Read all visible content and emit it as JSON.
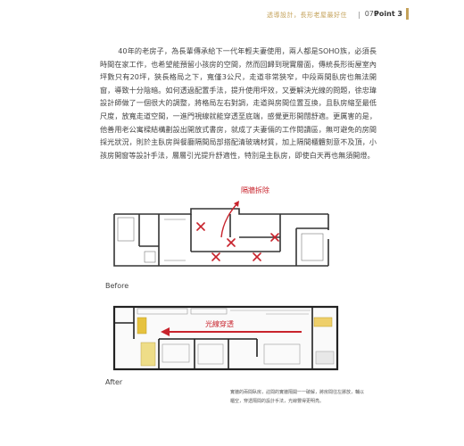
{
  "header": {
    "section": "透導設計，長形老屋最好住",
    "page_number": "079",
    "chapter": "Point 3"
  },
  "body": {
    "paragraph": "40年的老房子，為長輩傳承給下一代年輕夫妻使用，兩人都是SOHO族，必須長時間在家工作，也希望能預留小孩房的空間，然而回歸到現實層面，傳統長形街屋室內坪數只有20坪，狹長格局之下，寬僅3公尺，走道非常狹窄，中段兩間臥房也無法開窗，導致十分陰暗。如何透過配置手法，提升使用坪效，又要解決光線的問題，徐忠瑋設計師做了一個很大的調整，將格局左右對調，走道與房間位置互換，且臥房縮至最低尺度，放寬走道空間，一進門視線就能穿透至底端，感覺更形開闊舒適。更厲害的是，他善用老公寓樑結構劃設出開放式書房，就成了夫妻倆的工作閱讀區，無可避免的房間採光狀況，則於主臥房與餐廳隔間局部搭配清玻璃材質，加上隔間櫃體刻意不及頂，小孩房開窗等設計手法，層層引光提升舒適性，特別是主臥房，即使白天再也無須開燈。"
  },
  "plans": {
    "before_label": "Before",
    "after_label": "After",
    "before_annotation": "隔牆拆除",
    "after_annotation": "光線穿透",
    "accent_color": "#c8232c",
    "wall_color": "#333333"
  },
  "caption": {
    "text": "實牆的兩間臥房，註間的實牆隔開一一破解，將房間往左挪放，輔以櫃空，穿透隔間的設計手法，光線豐得更明亮。"
  }
}
